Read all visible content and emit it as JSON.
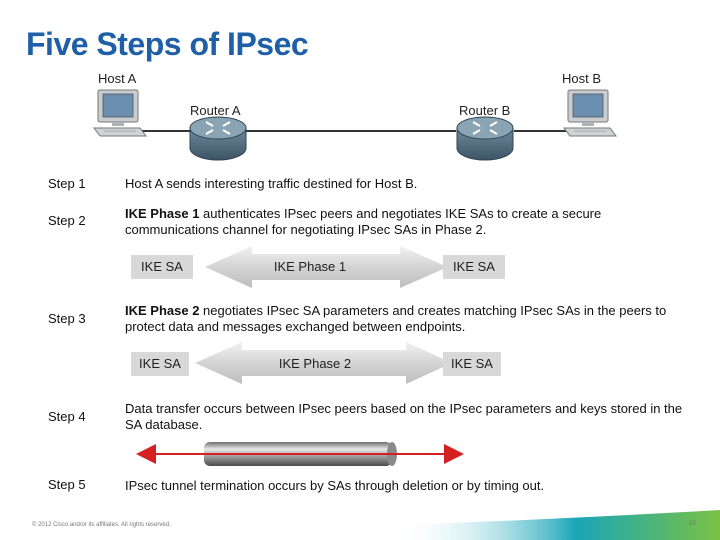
{
  "title": "Five Steps of IPsec",
  "topology": {
    "host_a": "Host A",
    "host_b": "Host B",
    "router_a": "Router A",
    "router_b": "Router B"
  },
  "steps": [
    {
      "label": "Step 1",
      "bold": "",
      "text": "Host A sends interesting traffic destined for Host B."
    },
    {
      "label": "Step 2",
      "bold": "IKE Phase 1",
      "text": " authenticates IPsec peers and negotiates IKE SAs to create a secure communications channel for negotiating IPsec SAs in Phase 2."
    },
    {
      "label": "Step 3",
      "bold": "IKE Phase 2",
      "text": " negotiates IPsec SA parameters and creates matching IPsec SAs in the peers to protect data and messages exchanged between endpoints."
    },
    {
      "label": "Step 4",
      "bold": "",
      "text": "Data transfer occurs between IPsec peers based on the IPsec parameters and keys stored in the SA database."
    },
    {
      "label": "Step 5",
      "bold": "",
      "text": "IPsec tunnel termination occurs by SAs through deletion or by timing out."
    }
  ],
  "phase1": {
    "left": "IKE SA",
    "center": "IKE Phase 1",
    "right": "IKE SA"
  },
  "phase2": {
    "left": "IKE SA",
    "center": "IKE Phase 2",
    "right": "IKE SA"
  },
  "footer": {
    "copyright": "© 2012 Cisco and/or its affiliates. All rights reserved.",
    "page": "82"
  },
  "colors": {
    "title": "#1e5fa8",
    "tunnel_arrow": "#d42020",
    "band_teal": "#1aa6b7",
    "band_green": "#7ac143"
  }
}
